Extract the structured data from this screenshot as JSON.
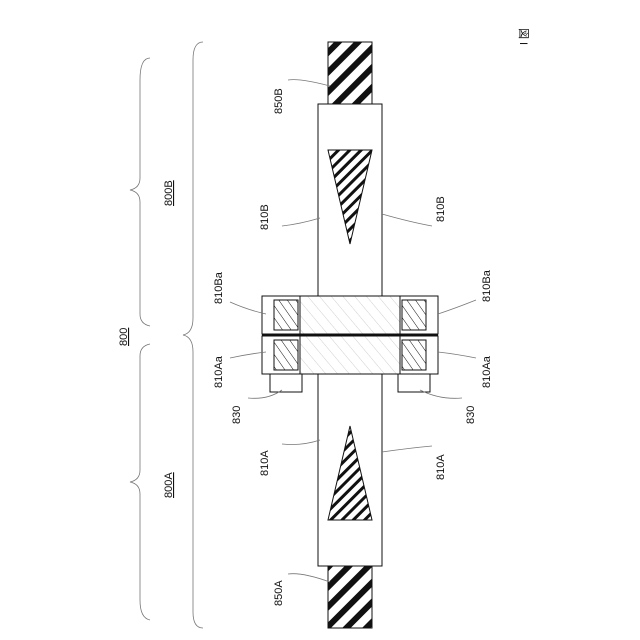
{
  "figure": {
    "fig_label": "図 I",
    "labels": {
      "overall": "800",
      "upper_section": "800B",
      "lower_section": "800A",
      "upper_blade": "850B",
      "lower_blade": "850A",
      "upper_handle_left": "810B",
      "upper_handle_right": "810B",
      "upper_flange_left": "810Ba",
      "upper_flange_right": "810Ba",
      "lower_flange_left": "810Aa",
      "lower_flange_right": "810Aa",
      "lower_handle_left": "810A",
      "lower_handle_right": "810A",
      "cap_left": "830",
      "cap_right": "830"
    }
  }
}
